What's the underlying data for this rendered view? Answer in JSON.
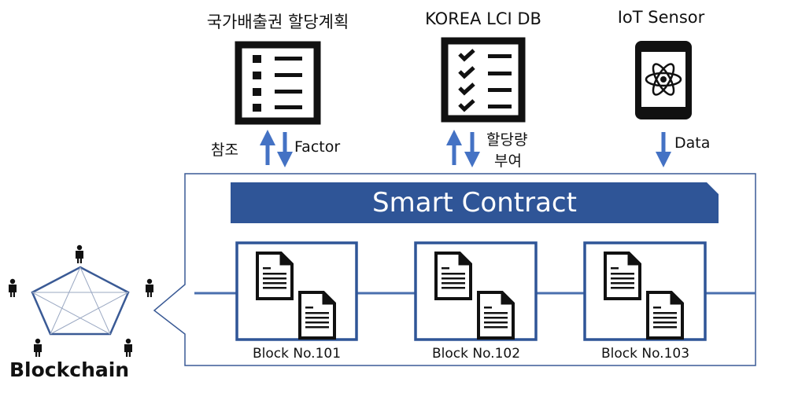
{
  "sources": [
    {
      "title": "국가배출권 할당계획",
      "icon": "bulleted-list-document-icon"
    },
    {
      "title": "KOREA LCI DB",
      "icon": "checklist-document-icon"
    },
    {
      "title": "IoT Sensor",
      "icon": "smartphone-atom-icon"
    }
  ],
  "flows": {
    "plan_up": "참조",
    "plan_down": "Factor",
    "lci_label_line1": "할당량",
    "lci_label_line2": "부여",
    "iot_down": "Data"
  },
  "smart_contract": {
    "label": "Smart Contract"
  },
  "blocks": [
    {
      "label": "Block No.101"
    },
    {
      "label": "Block No.102"
    },
    {
      "label": "Block No.103"
    }
  ],
  "blockchain": {
    "label": "Blockchain"
  },
  "colors": {
    "accent": "#2F5597",
    "arrow": "#4472C4",
    "line": "#4a6fae"
  }
}
